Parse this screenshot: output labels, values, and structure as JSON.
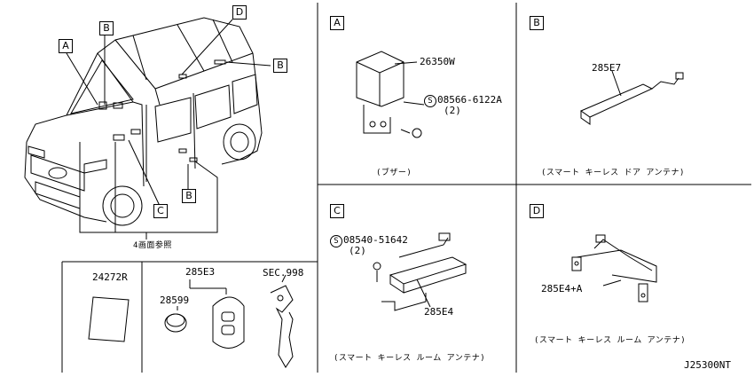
{
  "vehicle": {
    "callouts": {
      "A": "A",
      "B1": "B",
      "B2": "B",
      "B3": "B",
      "C": "C",
      "D": "D"
    },
    "footnote": "4画面参照"
  },
  "section_a": {
    "letter": "A",
    "part_main": "26350W",
    "part_bolt": "08566-6122A",
    "part_bolt_qty": "(2)",
    "bolt_symbol": "S",
    "caption": "(ブザー)"
  },
  "section_b": {
    "letter": "B",
    "part": "285E7",
    "caption": "(スマート キーレス ドア アンテナ)"
  },
  "section_c": {
    "letter": "C",
    "part_bolt": "08540-51642",
    "part_bolt_qty": "(2)",
    "bolt_symbol": "S",
    "part_main": "285E4",
    "caption": "(スマート キーレス ルーム アンテナ)"
  },
  "section_d": {
    "letter": "D",
    "part": "285E4+A",
    "caption": "(スマート キーレス ルーム アンテナ)"
  },
  "bottom": {
    "card": "24272R",
    "key_group": "285E3",
    "battery": "28599",
    "sec": "SEC.998"
  },
  "diagram_id": "J25300NT"
}
